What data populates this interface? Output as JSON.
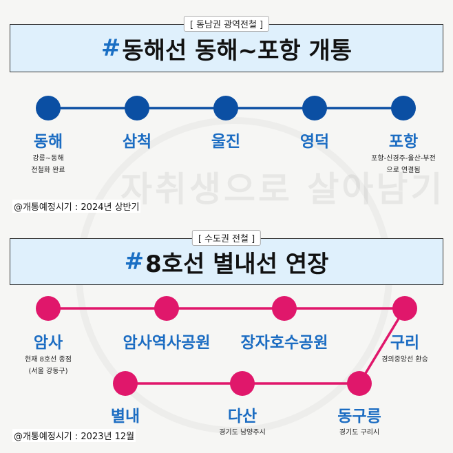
{
  "watermark": "자취생으로 살아남기",
  "section1": {
    "tag": "[ 동남권 광역전철 ]",
    "title_hash": "#",
    "title": "동해선 동해~포항 개통",
    "line_color": "#0b4fa3",
    "stations": [
      {
        "name": "동해",
        "sub": [
          "강릉~동해",
          "전철화 완료"
        ]
      },
      {
        "name": "삼척",
        "sub": []
      },
      {
        "name": "울진",
        "sub": []
      },
      {
        "name": "영덕",
        "sub": []
      },
      {
        "name": "포항",
        "sub": [
          "포항-신경주-울산-부전",
          "으로 연결됨"
        ]
      }
    ],
    "note": "@개통예정시기 : 2024년 상반기"
  },
  "section2": {
    "tag": "[ 수도권 전철 ]",
    "title_hash": "#",
    "title": "8호선 별내선 연장",
    "line_color": "#e0176b",
    "stations": [
      {
        "name": "암사",
        "sub": [
          "현재 8호선 종점",
          "(서울 강동구)"
        ]
      },
      {
        "name": "암사역사공원",
        "sub": []
      },
      {
        "name": "장자호수공원",
        "sub": []
      },
      {
        "name": "구리",
        "sub": [
          "경의중앙선 환승"
        ]
      },
      {
        "name": "동구릉",
        "sub": [
          "경기도 구리시"
        ]
      },
      {
        "name": "다산",
        "sub": [
          "경기도 남양주시"
        ]
      },
      {
        "name": "별내",
        "sub": []
      }
    ],
    "note": "@개통예정시기 : 2023년 12월"
  }
}
